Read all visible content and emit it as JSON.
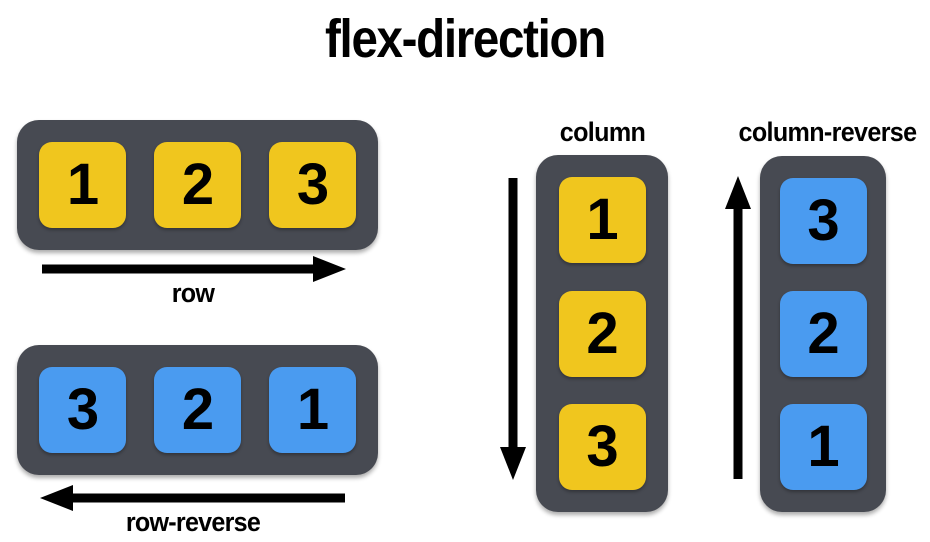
{
  "title": "flex-direction",
  "colors": {
    "container": "#474A52",
    "item_yellow": "#F0C61E",
    "item_blue": "#4A9BF0",
    "text": "#000000",
    "background": "#FFFFFF"
  },
  "diagrams": {
    "row": {
      "label": "row",
      "arrow": "arrow-right-icon",
      "item_color": "#F0C61E",
      "items": [
        {
          "label": "1"
        },
        {
          "label": "2"
        },
        {
          "label": "3"
        }
      ]
    },
    "row_reverse": {
      "label": "row-reverse",
      "arrow": "arrow-left-icon",
      "item_color": "#4A9BF0",
      "items": [
        {
          "label": "3"
        },
        {
          "label": "2"
        },
        {
          "label": "1"
        }
      ]
    },
    "column": {
      "label": "column",
      "arrow": "arrow-down-icon",
      "item_color": "#F0C61E",
      "items": [
        {
          "label": "1"
        },
        {
          "label": "2"
        },
        {
          "label": "3"
        }
      ]
    },
    "column_reverse": {
      "label": "column-reverse",
      "arrow": "arrow-up-icon",
      "item_color": "#4A9BF0",
      "items": [
        {
          "label": "3"
        },
        {
          "label": "2"
        },
        {
          "label": "1"
        }
      ]
    }
  }
}
